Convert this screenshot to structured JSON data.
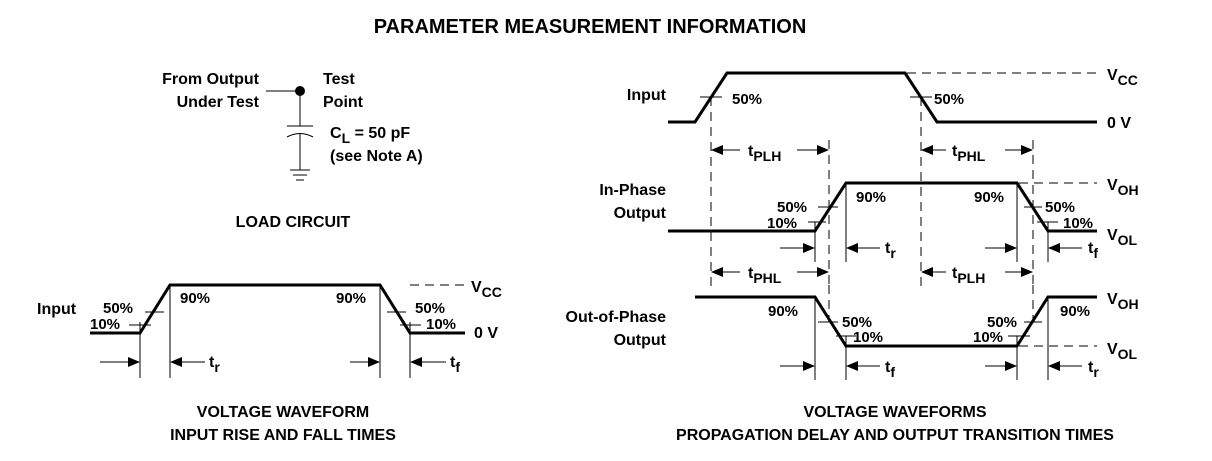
{
  "page_title": "PARAMETER MEASUREMENT INFORMATION",
  "load_circuit": {
    "from_output": [
      "From Output",
      "Under Test"
    ],
    "test_point": [
      "Test",
      "Point"
    ],
    "cl_main": "C",
    "cl_sub": "L",
    "cl_value": " = 50 pF",
    "note": "(see Note A)",
    "caption": "LOAD CIRCUIT"
  },
  "input_rise_fall": {
    "input_label": "Input",
    "vcc_main": "V",
    "vcc_sub": "CC",
    "zero_v": "0 V",
    "pct_50": "50%",
    "pct_10": "10%",
    "pct_90": "90%",
    "tr_main": "t",
    "tr_sub": "r",
    "tf_main": "t",
    "tf_sub": "f",
    "caption": [
      "VOLTAGE WAVEFORM",
      "INPUT RISE AND FALL TIMES"
    ]
  },
  "propagation": {
    "input_label": "Input",
    "in_phase_label": [
      "In-Phase",
      "Output"
    ],
    "out_phase_label": [
      "Out-of-Phase",
      "Output"
    ],
    "vcc_main": "V",
    "vcc_sub": "CC",
    "zero_v": "0 V",
    "voh_main": "V",
    "voh_sub": "OH",
    "vol_main": "V",
    "vol_sub": "OL",
    "pct_50": "50%",
    "pct_10": "10%",
    "pct_90": "90%",
    "t_main": "t",
    "plh_sub": "PLH",
    "phl_sub": "PHL",
    "r_sub": "r",
    "f_sub": "f",
    "caption": [
      "VOLTAGE WAVEFORMS",
      "PROPAGATION DELAY AND OUTPUT TRANSITION TIMES"
    ]
  }
}
